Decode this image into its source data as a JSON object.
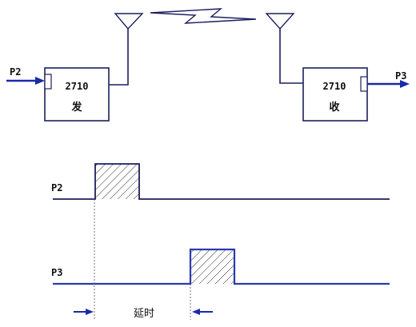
{
  "transmitter": {
    "model": "2710",
    "role": "发",
    "input_label": "P2"
  },
  "receiver": {
    "model": "2710",
    "role": "收",
    "output_label": "P3"
  },
  "timing": {
    "trace_p2_label": "P2",
    "trace_p3_label": "P3",
    "delay_label": "延时"
  },
  "colors": {
    "frame": "#1b1f5e",
    "arrow": "#1a2aa8",
    "p2_trace": "#1b1f5e",
    "p3_trace": "#2a3ab0",
    "hatch": "#333333",
    "guide": "#666666"
  }
}
